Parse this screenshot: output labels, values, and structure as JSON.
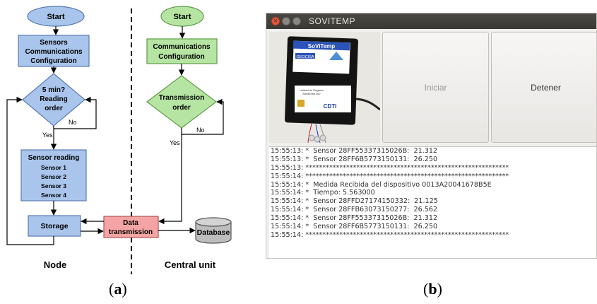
{
  "diagram": {
    "columns": {
      "left": "Node",
      "right": "Central unit"
    },
    "nodes": {
      "start_left": "Start",
      "sensors_config": [
        "Sensors",
        "Communications",
        "Configuration"
      ],
      "reading_order": [
        "5 min?",
        "Reading",
        "order"
      ],
      "sensor_reading": [
        "Sensor reading",
        "Sensor 1",
        "Sensor 2",
        "Sensor 3",
        "Sensor 4"
      ],
      "storage": "Storage",
      "start_right": "Start",
      "comm_config": [
        "Communications",
        "Configuration"
      ],
      "transmission_order": [
        "Transmission",
        "order"
      ],
      "data_transmission": [
        "Data",
        "transmission"
      ],
      "database": "Database"
    },
    "edge_labels": {
      "no_left": "No",
      "yes_left": "Yes",
      "no_right": "No",
      "yes_right": "Yes"
    },
    "colors": {
      "blue": "#a9c5ec",
      "green": "#b6e4a3",
      "red": "#f4a4a4",
      "gray": "#bdbdbd"
    }
  },
  "captions": {
    "a": "(a)",
    "b": "(b)"
  },
  "app": {
    "title": "SOVITEMP",
    "buttons": {
      "start": "Iniciar",
      "stop": "Detener"
    },
    "device_photo": {
      "label_top": "SoViTemp",
      "brand": "GEOCISA",
      "label_mid": [
        "Unidad de Registro",
        "Ambiental 5x2"
      ],
      "label_bottom": "CDTI"
    },
    "log_lines": [
      "15:55:13: *  Sensor 28FF55337315026B:  21.312",
      "15:55:13: *  Sensor 28FF6B5773150131:  26.250",
      "15:55:13: ************************************************************",
      "15:55:14: ************************************************************",
      "15:55:14: *  Medida Recibida del dispositivo 0013A20041678B5E",
      "15:55:14: *  Tiempo: 5.563000",
      "15:55:14: *  Sensor 28FFD27174150332:  21.125",
      "15:55:14: *  Sensor 28FFB63073150277:  26.562",
      "15:55:14: *  Sensor 28FF55337315026B:  21.312",
      "15:55:14: *  Sensor 28FF6B5773150131:  26.250",
      "15:55:14: ************************************************************"
    ]
  }
}
